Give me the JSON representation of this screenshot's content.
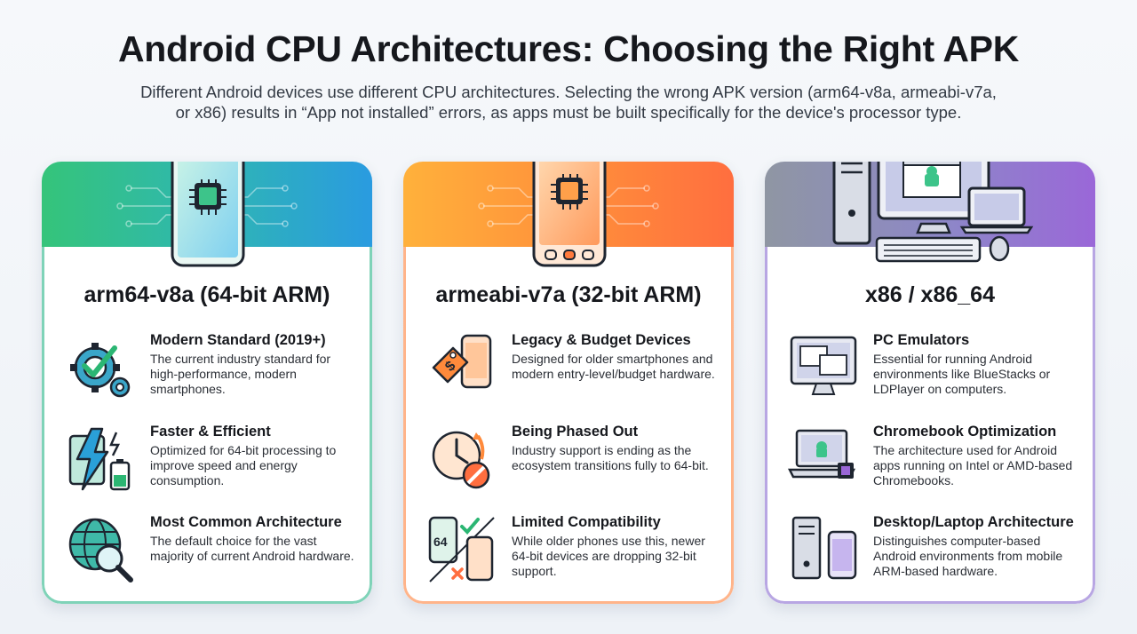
{
  "header": {
    "title": "Android CPU Architectures: Choosing the Right APK",
    "subtitle_line1": "Different Android devices use different CPU architectures. Selecting the wrong APK version (arm64-v8a, armeabi-v7a,",
    "subtitle_line2": "or x86) results in “App not installed” errors, as apps must be built specifically for the device's processor type."
  },
  "cards": [
    {
      "title": "arm64-v8a (64-bit ARM)",
      "hero_icon": "smartphone-chip-icon",
      "accent": "#2fb7b1",
      "features": [
        {
          "icon": "gear-check-icon",
          "heading": "Modern Standard (2019+)",
          "desc": "The current industry standard for high-performance, modern smartphones."
        },
        {
          "icon": "lightning-battery-icon",
          "heading": "Faster & Efficient",
          "desc": "Optimized for 64-bit processing to improve speed and energy consumption."
        },
        {
          "icon": "globe-magnifier-icon",
          "heading": "Most Common Architecture",
          "desc": "The default choice for the vast majority of current Android hardware."
        }
      ]
    },
    {
      "title": "armeabi-v7a (32-bit ARM)",
      "hero_icon": "smartphone-chip-icon",
      "accent": "#ff8a3b",
      "features": [
        {
          "icon": "price-tag-phone-icon",
          "heading": "Legacy & Budget Devices",
          "desc": "Designed for older smartphones and modern entry-level/budget hardware."
        },
        {
          "icon": "clock-forbidden-icon",
          "heading": "Being Phased Out",
          "desc": "Industry support is ending as the ecosystem transitions fully to 64-bit."
        },
        {
          "icon": "compatibility-phones-icon",
          "heading": "Limited Compatibility",
          "desc": "While older phones use this, newer 64-bit devices are dropping 32-bit support.",
          "badge": "64"
        }
      ]
    },
    {
      "title": "x86 / x86_64",
      "hero_icon": "desktop-laptop-icon",
      "accent": "#9a67d8",
      "features": [
        {
          "icon": "monitor-windows-icon",
          "heading": "PC Emulators",
          "desc": "Essential for running Android environments like BlueStacks or LDPlayer on computers."
        },
        {
          "icon": "laptop-android-icon",
          "heading": "Chromebook Optimization",
          "desc": "The architecture used for Android apps running on Intel or AMD-based Chromebooks."
        },
        {
          "icon": "tower-phone-icon",
          "heading": "Desktop/Laptop Architecture",
          "desc": "Distinguishes computer-based Android environments from mobile ARM-based hardware."
        }
      ]
    }
  ],
  "colors": {
    "green": "#35c47a",
    "blue": "#2a9be0",
    "orange": "#ff8a3b",
    "purple": "#9a67d8",
    "gray": "#5d6472"
  }
}
